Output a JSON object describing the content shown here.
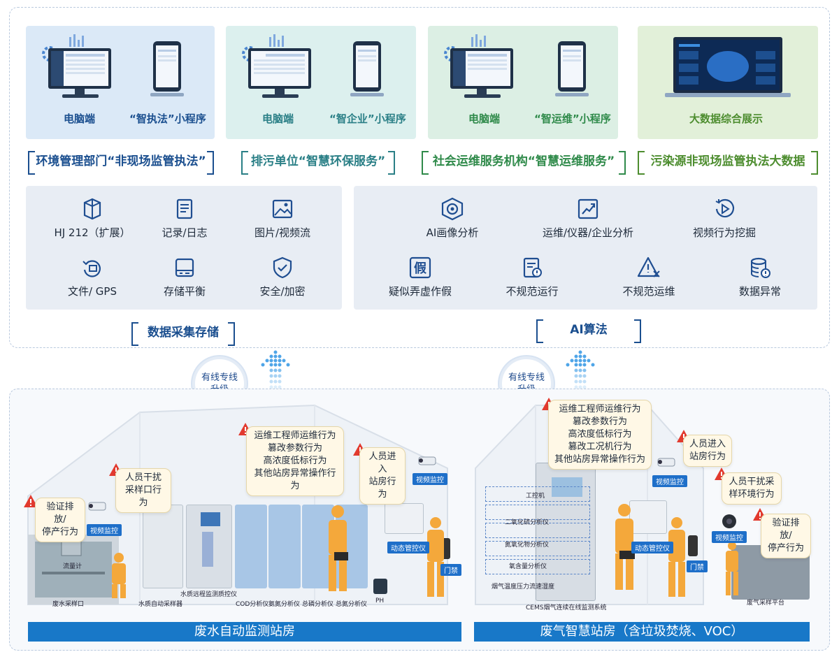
{
  "top_cards": [
    {
      "device1": "电脑端",
      "device2": "“智执法”小程序",
      "tag": "环境管理部门“非现场监管执法”",
      "bg": "#dbe9f7",
      "color": "#1b4f8f"
    },
    {
      "device1": "电脑端",
      "device2": "“智企业”小程序",
      "tag": "排污单位“智慧环保服务”",
      "bg": "#dcf0ee",
      "color": "#2a7f86"
    },
    {
      "device1": "电脑端",
      "device2": "“智运维”小程序",
      "tag": "社会运维服务机构“智慧运维服务”",
      "bg": "#dcefe4",
      "color": "#2f8a4a"
    },
    {
      "device1": "大数据综合展示",
      "tag": "污染源非现场监管执法大数据",
      "bg": "#e2f0d9",
      "color": "#4d8d2f"
    }
  ],
  "storage": {
    "title": "数据采集存储",
    "features": [
      "HJ 212（扩展）",
      "记录/日志",
      "图片/视频流",
      "文件/ GPS",
      "存储平衡",
      "安全/加密"
    ]
  },
  "ai": {
    "title": "AI算法",
    "features": [
      "AI画像分析",
      "运维/仪器/企业分析",
      "视频行为挖掘",
      "疑似弄虚作假",
      "不规范运行",
      "不规范运维",
      "数据异常"
    ]
  },
  "upgrade_badge": "有线专线\n升级",
  "wastewater": {
    "title": "废水自动监测站房",
    "callouts": [
      "验证排放/\n停产行为",
      "人员干扰\n采样口行为",
      "运维工程师运维行为\n篡改参数行为\n高浓度低标行为\n其他站房异常操作行为",
      "人员进入\n站房行为"
    ],
    "tags": [
      "视频监控",
      "视频监控",
      "动态管控仪",
      "门禁"
    ],
    "labels": [
      "流量计",
      "废水采样口",
      "水质自动采样器",
      "水质远程监测质控仪",
      "COD分析仪",
      "氨氮分析仪",
      "总磷分析仪",
      "总氮分析仪",
      "PH"
    ]
  },
  "exhaust": {
    "title": "废气智慧站房（含垃圾焚烧、VOC）",
    "callouts": [
      "运维工程师运维行为\n篡改参数行为\n高浓度低标行为\n篡改工况机行为\n其他站房异常操作行为",
      "人员进入\n站房行为",
      "人员干扰采\n样环境行为",
      "验证排放/\n停产行为"
    ],
    "tags": [
      "视频监控",
      "动态管控仪",
      "门禁",
      "视频监控"
    ],
    "labels": [
      "工控机",
      "二氧化硫分析仪",
      "氮氧化物分析仪",
      "氧含量分析仪",
      "烟气温度压力流速湿度",
      "CEMS烟气连续在线监测系统",
      "废气采样平台"
    ]
  }
}
